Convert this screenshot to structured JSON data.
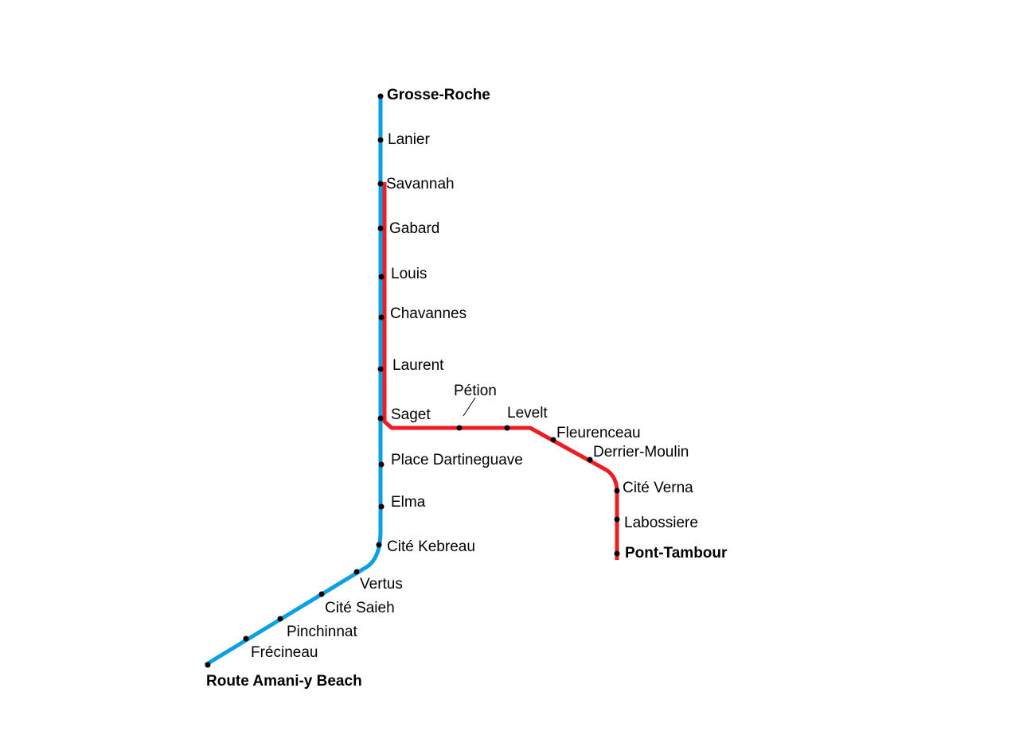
{
  "lines": [
    {
      "name": "blue-line",
      "color": "#0aa0e4"
    },
    {
      "name": "red-line",
      "color": "#ee1c25"
    }
  ],
  "stations": {
    "blue": [
      "Grosse-Roche",
      "Lanier",
      "Savannah",
      "Gabard",
      "Louis",
      "Chavannes",
      "Laurent",
      "Saget",
      "Place Dartineguave",
      "Elma",
      "Cité Kebreau",
      "Vertus",
      "Cité Saieh",
      "Pinchinnat",
      "Frécineau",
      "Route Amani-y Beach"
    ],
    "red": [
      "Pétion",
      "Levelt",
      "Fleurenceau",
      "Derrier-Moulin",
      "Cité Verna",
      "Labossiere",
      "Pont-Tambour"
    ]
  }
}
